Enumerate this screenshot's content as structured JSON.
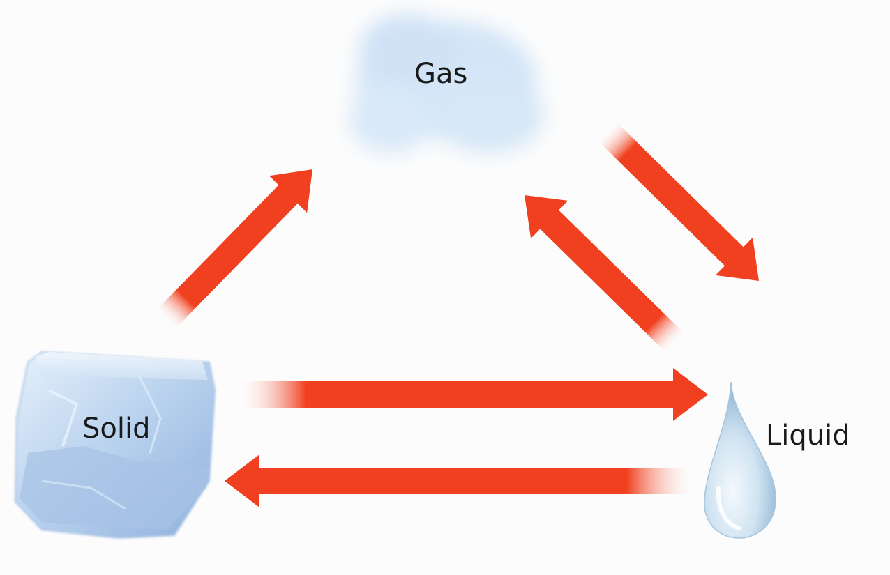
{
  "states": {
    "gas": "Gas",
    "solid": "Solid",
    "liquid": "Liquid"
  },
  "colors": {
    "arrow": "#f0401f",
    "arrow_fade": "#ffffff",
    "ice": "#b9d3ee",
    "cloud": "#cfe3f6",
    "drop": "#cbe0ef",
    "label_text": "#1a1a1a"
  },
  "arrows": [
    {
      "from": "solid",
      "to": "gas"
    },
    {
      "from": "gas",
      "to": "liquid"
    },
    {
      "from": "liquid",
      "to": "gas"
    },
    {
      "from": "solid",
      "to": "liquid"
    },
    {
      "from": "liquid",
      "to": "solid"
    }
  ]
}
